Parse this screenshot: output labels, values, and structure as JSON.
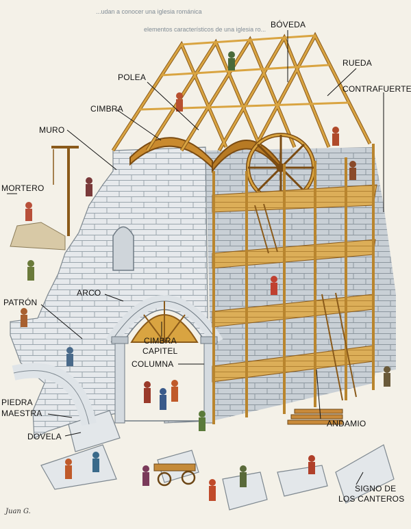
{
  "header_fragments": {
    "line1": "...udan a conocer una iglesia románica",
    "line2": "elementos característicos de una iglesia ro..."
  },
  "labels": {
    "boveda": "BÓVEDA",
    "rueda": "RUEDA",
    "polea": "POLEA",
    "contrafuerte": "CONTRAFUERTE",
    "cimbra_top": "CIMBRA",
    "muro": "MURO",
    "mortero": "MORTERO",
    "patron": "PATRÓN",
    "arco": "ARCO",
    "cimbra": "CIMBRA",
    "capitel": "CAPITEL",
    "columna": "COLUMNA",
    "piedra": "PIEDRA",
    "maestra": "MAESTRA",
    "dovela": "DOVELA",
    "andamio": "ANDAMIO",
    "signo1": "SIGNO DE",
    "signo2": "LOS CANTEROS"
  },
  "artist_signature": "Juan G.",
  "colors": {
    "stone": "#e6e9ec",
    "stone_shadow": "#b9c2ca",
    "mortar_line": "#8f9aa3",
    "timber": "#d9a441",
    "timber_dark": "#8a5a1a",
    "ground": "#f4f1e8"
  }
}
